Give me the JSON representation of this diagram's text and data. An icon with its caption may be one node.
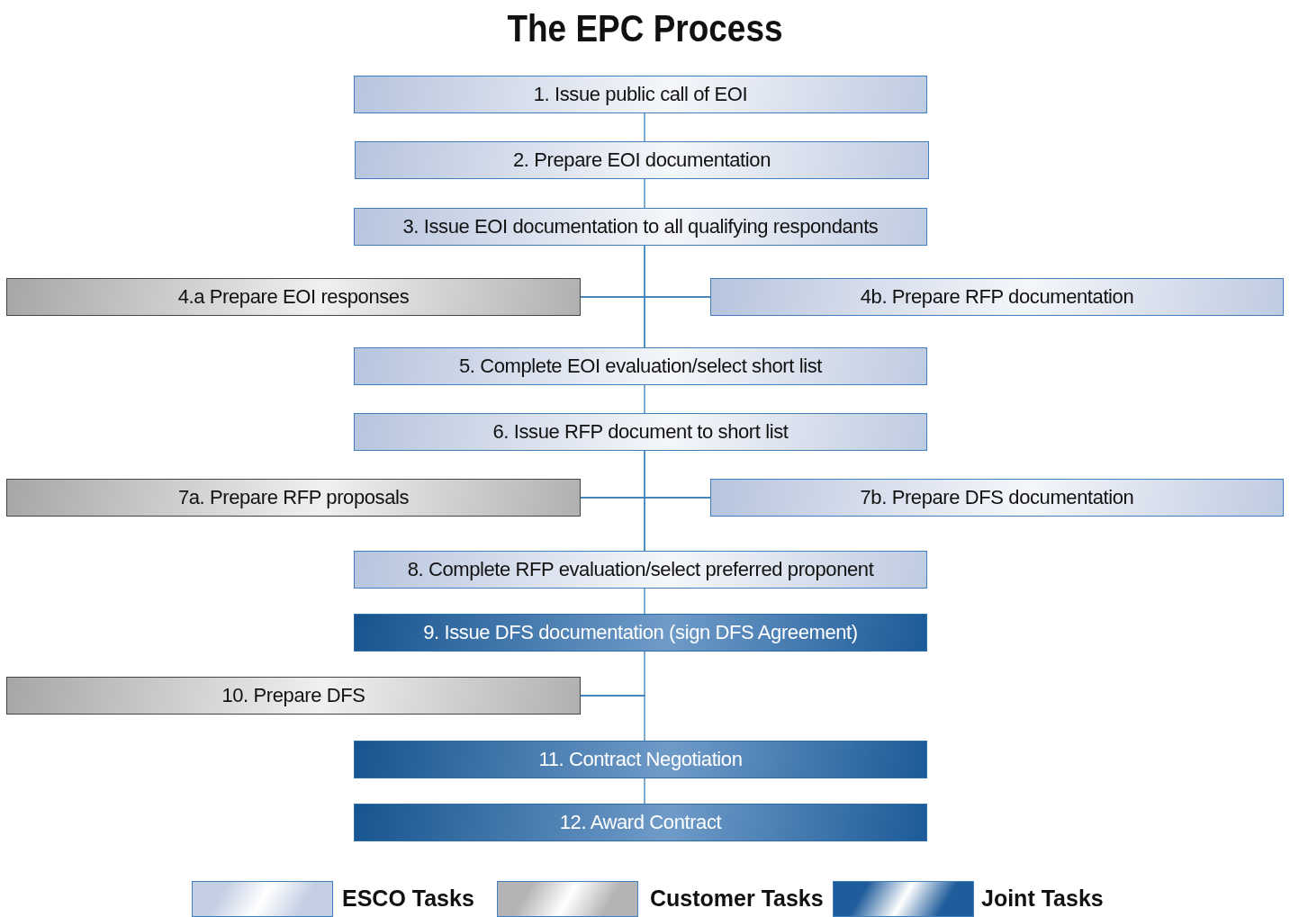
{
  "diagram": {
    "title": "The EPC Process",
    "nodes": [
      {
        "text": [
          "1. Issue public call of EOI"
        ]
      },
      {
        "text": [
          "2. Prepare EOI documentation"
        ]
      },
      {
        "text": [
          "3. Issue EOI documentation to all qualifying respondants"
        ]
      },
      {
        "text": [
          "4.a Prepare EOI responses"
        ]
      },
      {
        "text": [
          "4b. Prepare RFP documentation"
        ]
      },
      {
        "text": [
          "5. Complete EOI evaluation/select short list"
        ]
      },
      {
        "text": [
          "6. Issue RFP document to short list"
        ]
      },
      {
        "text": [
          "7a. Prepare RFP proposals"
        ]
      },
      {
        "text": [
          "7b. Prepare DFS documentation"
        ]
      },
      {
        "text": [
          "8. Complete RFP evaluation/select preferred proponent"
        ]
      },
      {
        "text": [
          "9. Issue DFS documentation (sign DFS Agreement)"
        ]
      },
      {
        "text": [
          "10. Prepare DFS"
        ]
      },
      {
        "text": [
          "11. Contract Negotiation"
        ]
      },
      {
        "text": [
          "12. Award Contract"
        ]
      }
    ],
    "edges": [
      {
        "from": 0,
        "to": 1,
        "arrow": "none"
      },
      {
        "from": 1,
        "to": 2,
        "arrow": "none"
      },
      {
        "from": 2,
        "to": 3,
        "arrow": "none"
      },
      {
        "from": 2,
        "to": 4,
        "arrow": "none"
      },
      {
        "from": 3,
        "to": 5,
        "arrow": "none"
      },
      {
        "from": 4,
        "to": 5,
        "arrow": "none"
      },
      {
        "from": 5,
        "to": 6,
        "arrow": "none"
      },
      {
        "from": 6,
        "to": 7,
        "arrow": "none"
      },
      {
        "from": 6,
        "to": 8,
        "arrow": "none"
      },
      {
        "from": 7,
        "to": 9,
        "arrow": "none"
      },
      {
        "from": 8,
        "to": 9,
        "arrow": "none"
      },
      {
        "from": 9,
        "to": 10,
        "arrow": "none"
      },
      {
        "from": 10,
        "to": 11,
        "arrow": "none"
      },
      {
        "from": 11,
        "to": 12,
        "arrow": "none"
      },
      {
        "from": 12,
        "to": 13,
        "arrow": "none"
      }
    ],
    "legend": [
      {
        "text": "ESCO Tasks",
        "color": "#c4cfe4"
      },
      {
        "text": "Customer Tasks",
        "color": "#b4b4b4"
      },
      {
        "text": "Joint Tasks",
        "color": "#1f5c9b"
      }
    ]
  }
}
